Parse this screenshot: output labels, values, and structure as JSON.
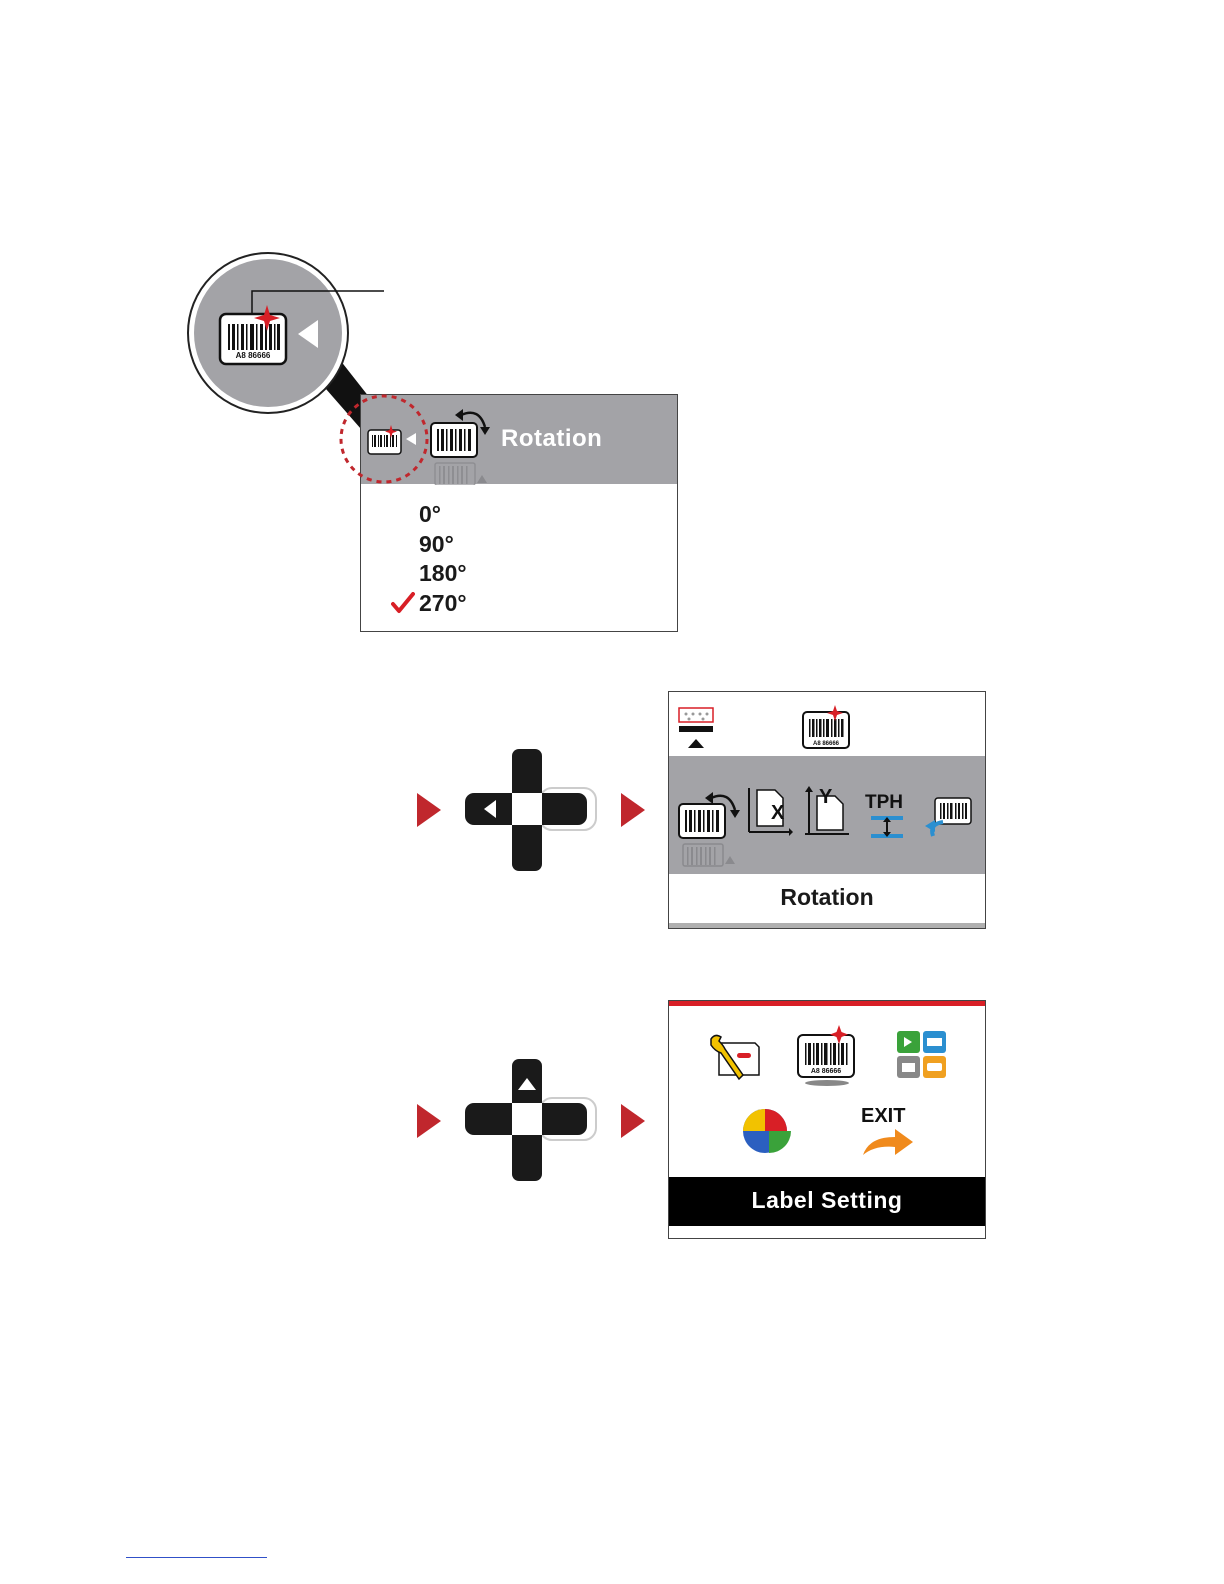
{
  "rotation_menu": {
    "title": "Rotation",
    "options": [
      "0°",
      "90°",
      "180°",
      "270°"
    ],
    "selected": "270°"
  },
  "label_setting_menu": {
    "icons": [
      "rotation-icon",
      "x-offset-icon",
      "y-offset-icon",
      "tph-icon",
      "label-feed-icon"
    ],
    "tph_label": "TPH",
    "x_label": "X",
    "y_label": "Y",
    "title": "Rotation"
  },
  "main_menu": {
    "exit_label": "EXIT",
    "title": "Label Setting"
  },
  "barcode_text": "A8 86666",
  "colors": {
    "accent_red": "#d81f26",
    "panel_gray": "#a3a3a7",
    "dpad": "#1a1a1a"
  }
}
